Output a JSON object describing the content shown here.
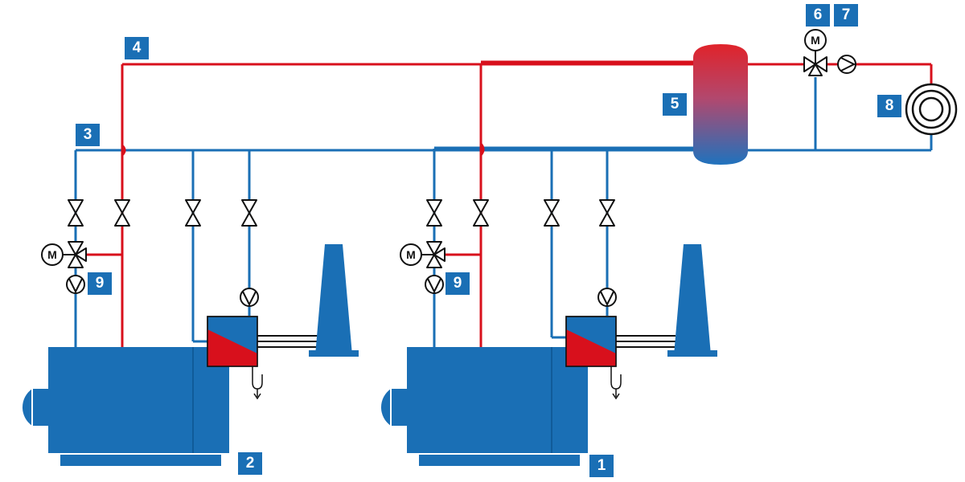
{
  "labels": {
    "l1": "1",
    "l2": "2",
    "l3": "3",
    "l4": "4",
    "l5": "5",
    "l6": "6",
    "l7": "7",
    "l8": "8",
    "l9a": "9",
    "l9b": "9"
  },
  "motor_text": "M",
  "colors": {
    "supply_hot": "#d8101c",
    "return_cold": "#1a6fb5",
    "equipment_blue": "#1a6fb5",
    "label_blue": "#1a6fb5"
  },
  "icons": [
    "gate-valve-icon",
    "three-way-mixing-valve-icon",
    "motor-icon",
    "circulation-pump-icon",
    "boiler-icon",
    "burner-icon",
    "flue-heat-exchanger-icon",
    "chimney-icon",
    "buffer-tank-icon",
    "heat-consumer-icon",
    "condensate-drain-icon"
  ]
}
